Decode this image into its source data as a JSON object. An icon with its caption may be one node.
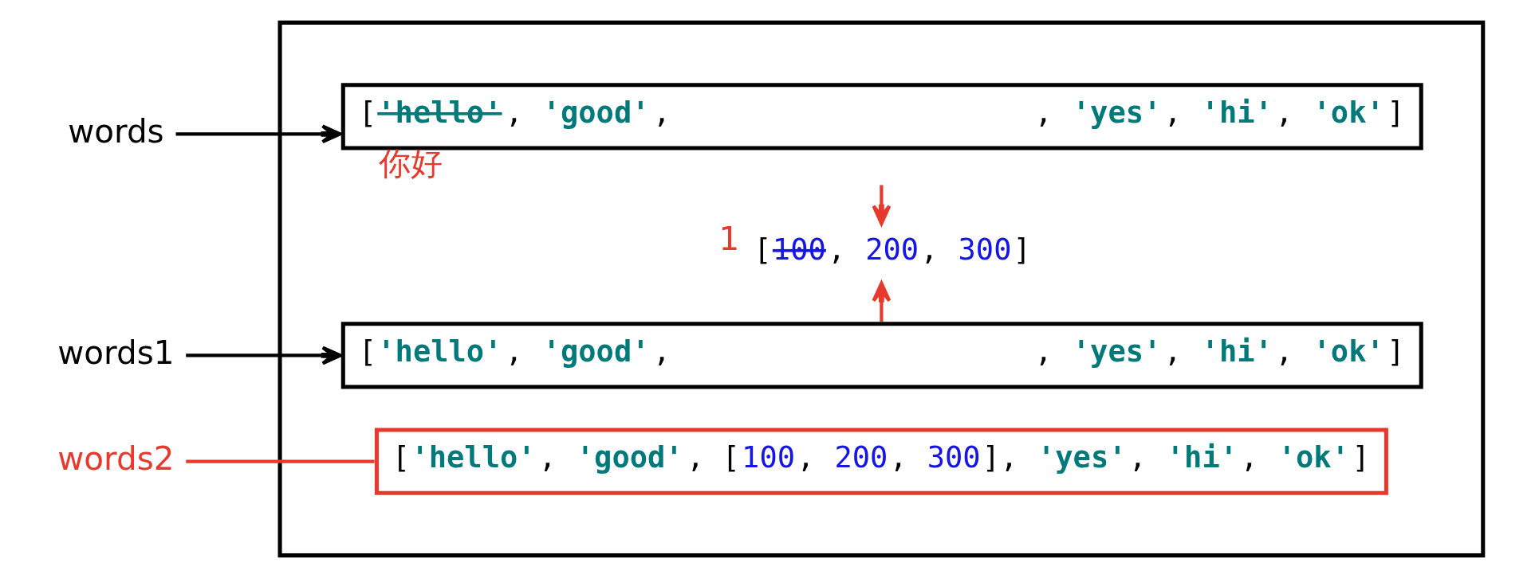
{
  "diagram": {
    "nodes": [
      {
        "text": [],
        "shape": "box"
      },
      {
        "text": [
          "words"
        ]
      },
      {
        "text": [
          "['hello', 'good',",
          ", 'yes', 'hi', 'ok']"
        ],
        "in": 0,
        "beside": [
          "你好"
        ]
      },
      {
        "text": [
          "[100, 200, 300]"
        ],
        "in": 0,
        "beside": [
          "1"
        ]
      },
      {
        "text": [
          "words1"
        ]
      },
      {
        "text": [
          "['hello', 'good',",
          ", 'yes', 'hi', 'ok']"
        ],
        "in": 0
      },
      {
        "text": [
          "words2"
        ]
      },
      {
        "text": [
          "['hello', 'good', [100, 200, 300], 'yes', 'hi', 'ok']"
        ],
        "in": 0
      }
    ],
    "edges": [
      {
        "from": 1,
        "to": 2,
        "arrow": "to",
        "color": "#000000"
      },
      {
        "from": 2,
        "to": 3,
        "arrow": "to",
        "color": "#e8392e"
      },
      {
        "from": 4,
        "to": 5,
        "arrow": "to",
        "color": "#000000"
      },
      {
        "from": 5,
        "to": 3,
        "arrow": "to",
        "color": "#e8392e"
      },
      {
        "from": 6,
        "to": 7,
        "arrow": "none",
        "color": "#e8392e"
      }
    ]
  }
}
